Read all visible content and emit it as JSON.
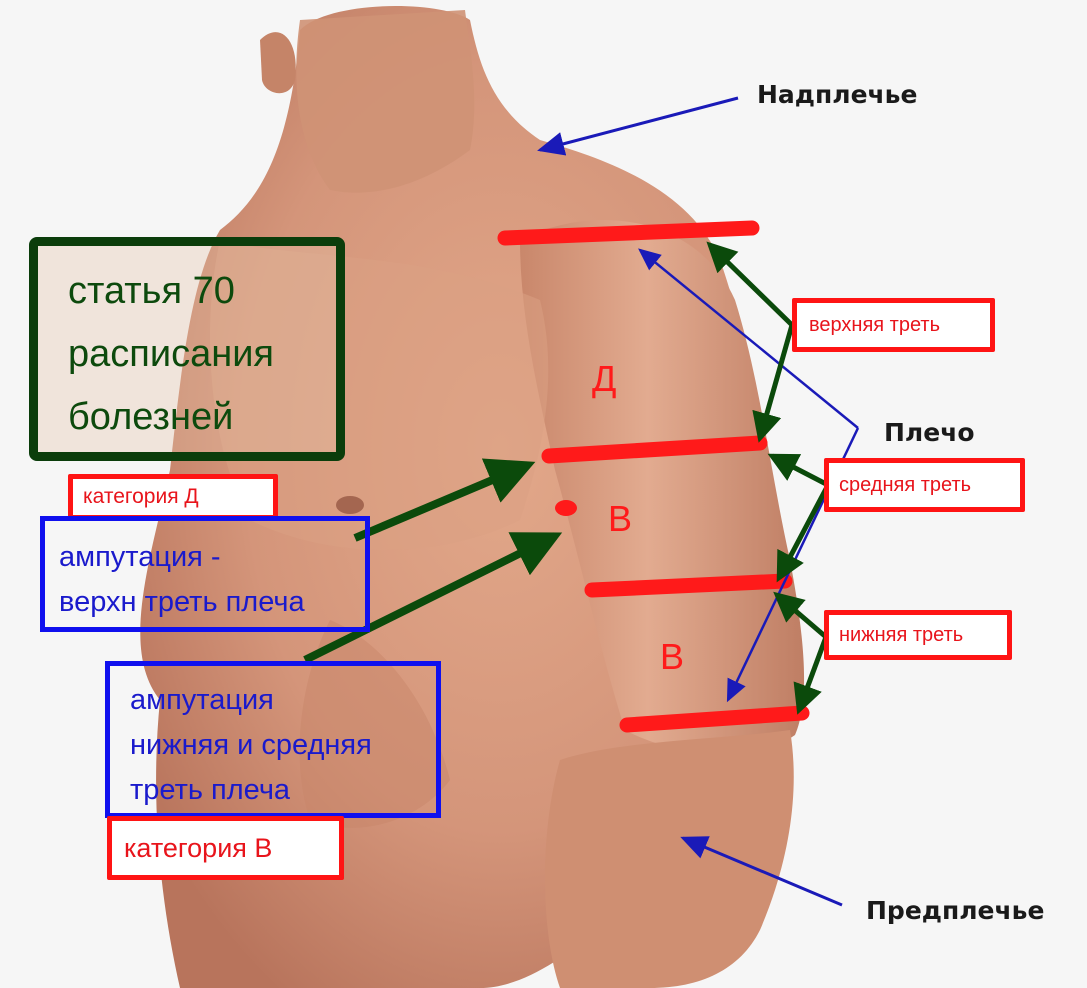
{
  "anatomy_labels": {
    "supraclavicular": "Надплечье",
    "shoulder": "Плечо",
    "forearm": "Предплечье"
  },
  "zone_letters": {
    "upper_zone": "Д",
    "middle_zone": "В",
    "lower_zone": "В"
  },
  "third_labels": {
    "upper": "верхняя треть",
    "middle": "средняя треть",
    "lower": "нижняя треть"
  },
  "article_box": {
    "lines": [
      "статья 70",
      "расписания",
      "болезней"
    ]
  },
  "amputation_upper": {
    "lines": [
      "ампутация -",
      "верхн треть плеча"
    ],
    "category": "категория Д"
  },
  "amputation_lower": {
    "lines": [
      "ампутация",
      "нижняя и средняя",
      "треть плеча"
    ],
    "category": "категория В"
  },
  "colors": {
    "division_line": "#ff1a1a",
    "pointer_blue": "#1a1ab8",
    "pointer_green": "#0b4a0b",
    "category_border": "#ff1414",
    "amputation_border": "#1010ee",
    "article_border": "#0b3d0b",
    "skin": "#d79a7c"
  }
}
